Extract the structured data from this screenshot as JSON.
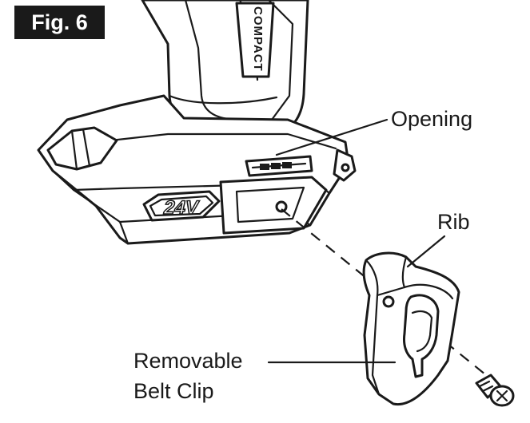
{
  "figure": {
    "label": "Fig. 6",
    "brand_text": "COMPACT"
  },
  "tool": {
    "voltage_badge": "24V"
  },
  "callouts": {
    "opening": "Opening",
    "rib": "Rib",
    "clip_line1": "Removable",
    "clip_line2": "Belt Clip"
  },
  "colors": {
    "ink": "#1a1a1a",
    "paper": "#ffffff"
  }
}
